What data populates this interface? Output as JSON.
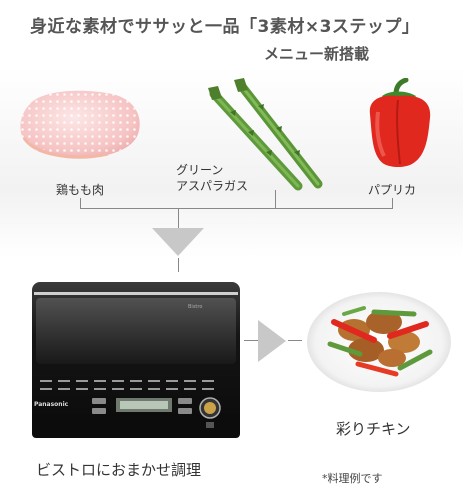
{
  "header": {
    "line1": "身近な素材でササッと一品「3素材×3ステップ」",
    "line2": "メニュー新搭載"
  },
  "ingredients": [
    {
      "label": "鶏もも肉",
      "icon": "chicken-thigh-icon"
    },
    {
      "label_line1": "グリーン",
      "label_line2": "アスパラガス",
      "icon": "asparagus-icon"
    },
    {
      "label": "パプリカ",
      "icon": "paprika-icon"
    }
  ],
  "oven": {
    "brand": "Panasonic",
    "caption": "ビストロにおまかせ調理"
  },
  "dish": {
    "caption": "彩りチキン",
    "note": "*料理例です"
  },
  "colors": {
    "chicken": "#f6c8c8",
    "asparagus": "#5e9a3b",
    "paprika": "#e0281f",
    "oven_body": "#1e1e1e",
    "arrow": "#c8c8c8",
    "connector": "#888888"
  }
}
